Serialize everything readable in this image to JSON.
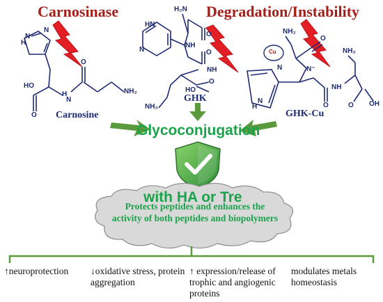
{
  "titles": {
    "left": "Carnosinase",
    "right": "Degradation/Instability"
  },
  "molecules": {
    "carnosine": "Carnosine",
    "ghk": "GHK",
    "ghkcu": "GHK-Cu",
    "cu": "Cu"
  },
  "atoms": {
    "h2n": "H₂N",
    "nh2": "NH₂",
    "hn": "HN",
    "nh": "NH",
    "n": "N",
    "ho": "HO",
    "oh": "OH",
    "h": "H",
    "o": "O",
    "nminus": "N⁻"
  },
  "process": {
    "glycoconjugation": "Glycoconjugation",
    "with": "with HA or Tre"
  },
  "cloud": {
    "text": "Protects peptides and enhances the activity of both peptides and biopolymers"
  },
  "effects": [
    {
      "arrow": "↑",
      "text": "neuroprotection"
    },
    {
      "arrow": "↓",
      "text": "oxidative stress, protein aggregation"
    },
    {
      "arrow": "↑",
      "text": " expression/release of trophic and angiogenic proteins"
    },
    {
      "arrow": "",
      "text": "modulates metals homeostasis"
    }
  ],
  "colors": {
    "red": "#a3201a",
    "navy": "#1d2a73",
    "green": "#1aa34a",
    "arrow_green": "#5a9a3c",
    "lightning": "#e31e24",
    "cloud": "#d9d9d9"
  }
}
